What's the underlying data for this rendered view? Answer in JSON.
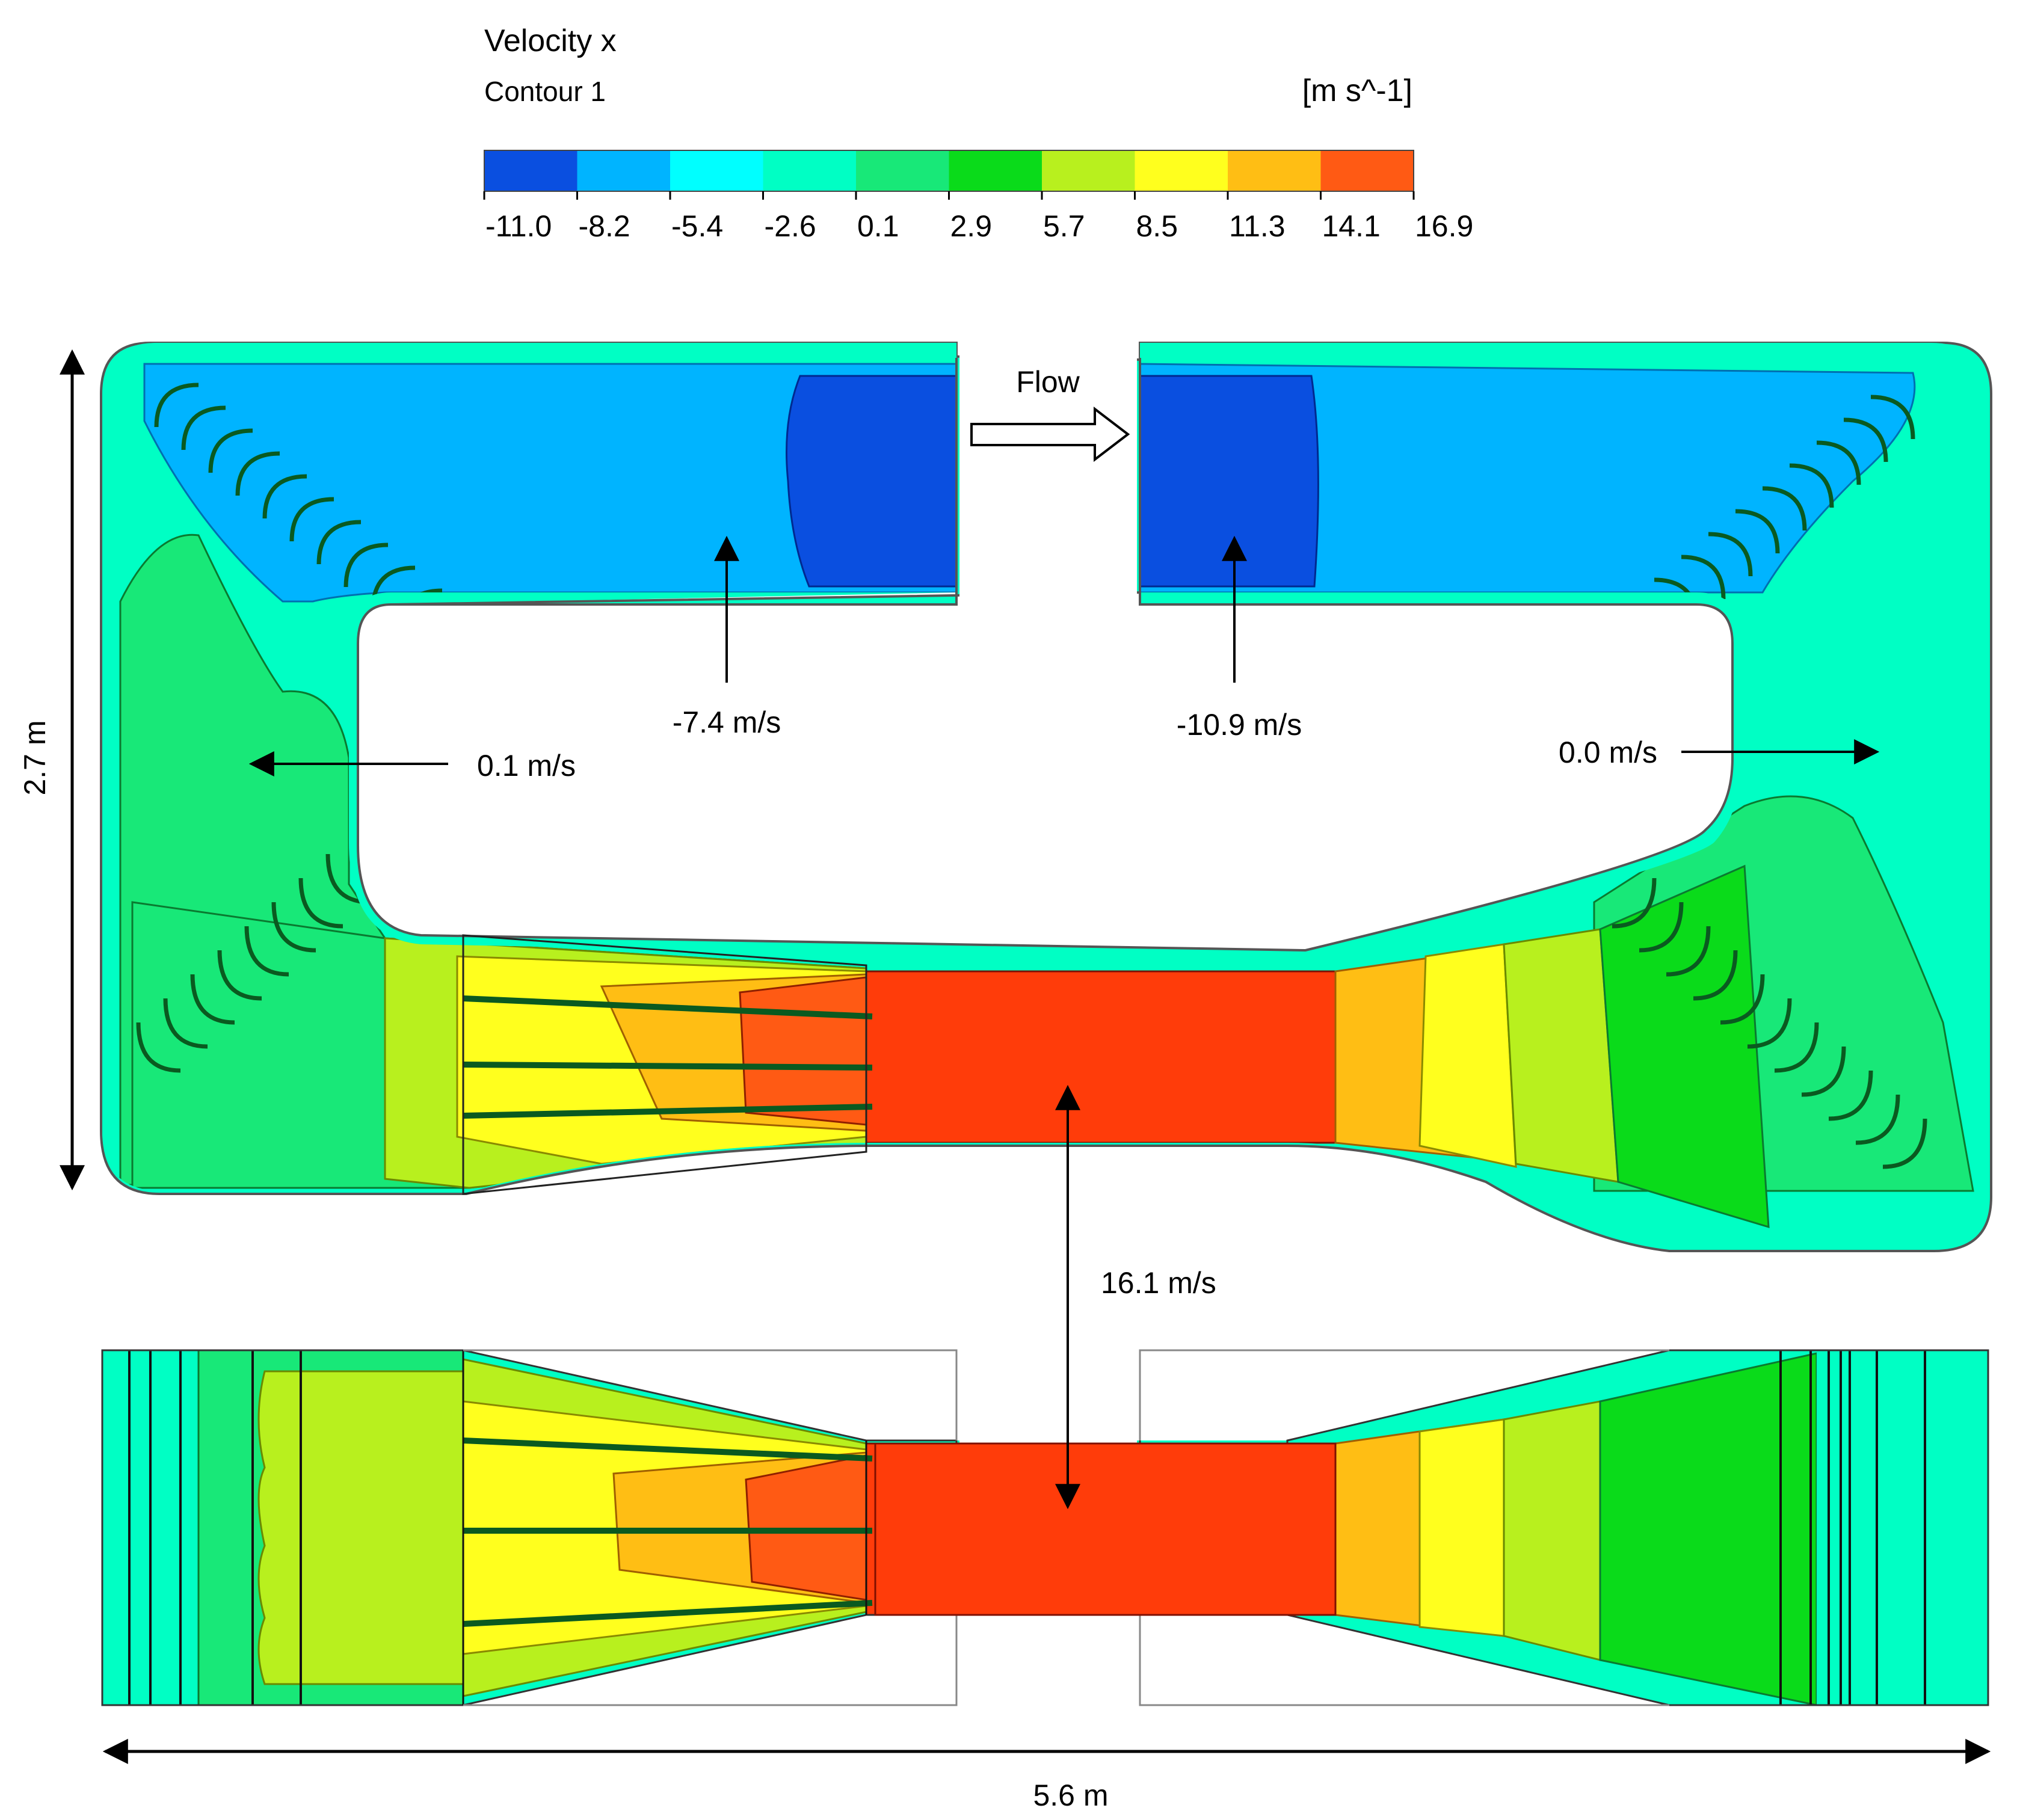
{
  "legend": {
    "title": "Velocity x",
    "subtitle": "Contour 1",
    "unit": "[m s^-1]",
    "colors": [
      "#0a4fe0",
      "#00b4ff",
      "#00ffff",
      "#00ffc4",
      "#18e878",
      "#0adb1a",
      "#b8f01e",
      "#ffff1e",
      "#ffbe14",
      "#ff5a14"
    ],
    "ticks": [
      "-11.0",
      "-8.2",
      "-5.4",
      "-2.6",
      "0.1",
      "2.9",
      "5.7",
      "8.5",
      "11.3",
      "14.1",
      "16.9"
    ]
  },
  "annotations": {
    "flow": "Flow",
    "return_left": "-7.4 m/s",
    "return_right": "-10.9 m/s",
    "corner_left": "0.1 m/s",
    "corner_right": "0.0 m/s",
    "test_section": "16.1 m/s",
    "height": "2.7 m",
    "length": "5.6 m"
  }
}
